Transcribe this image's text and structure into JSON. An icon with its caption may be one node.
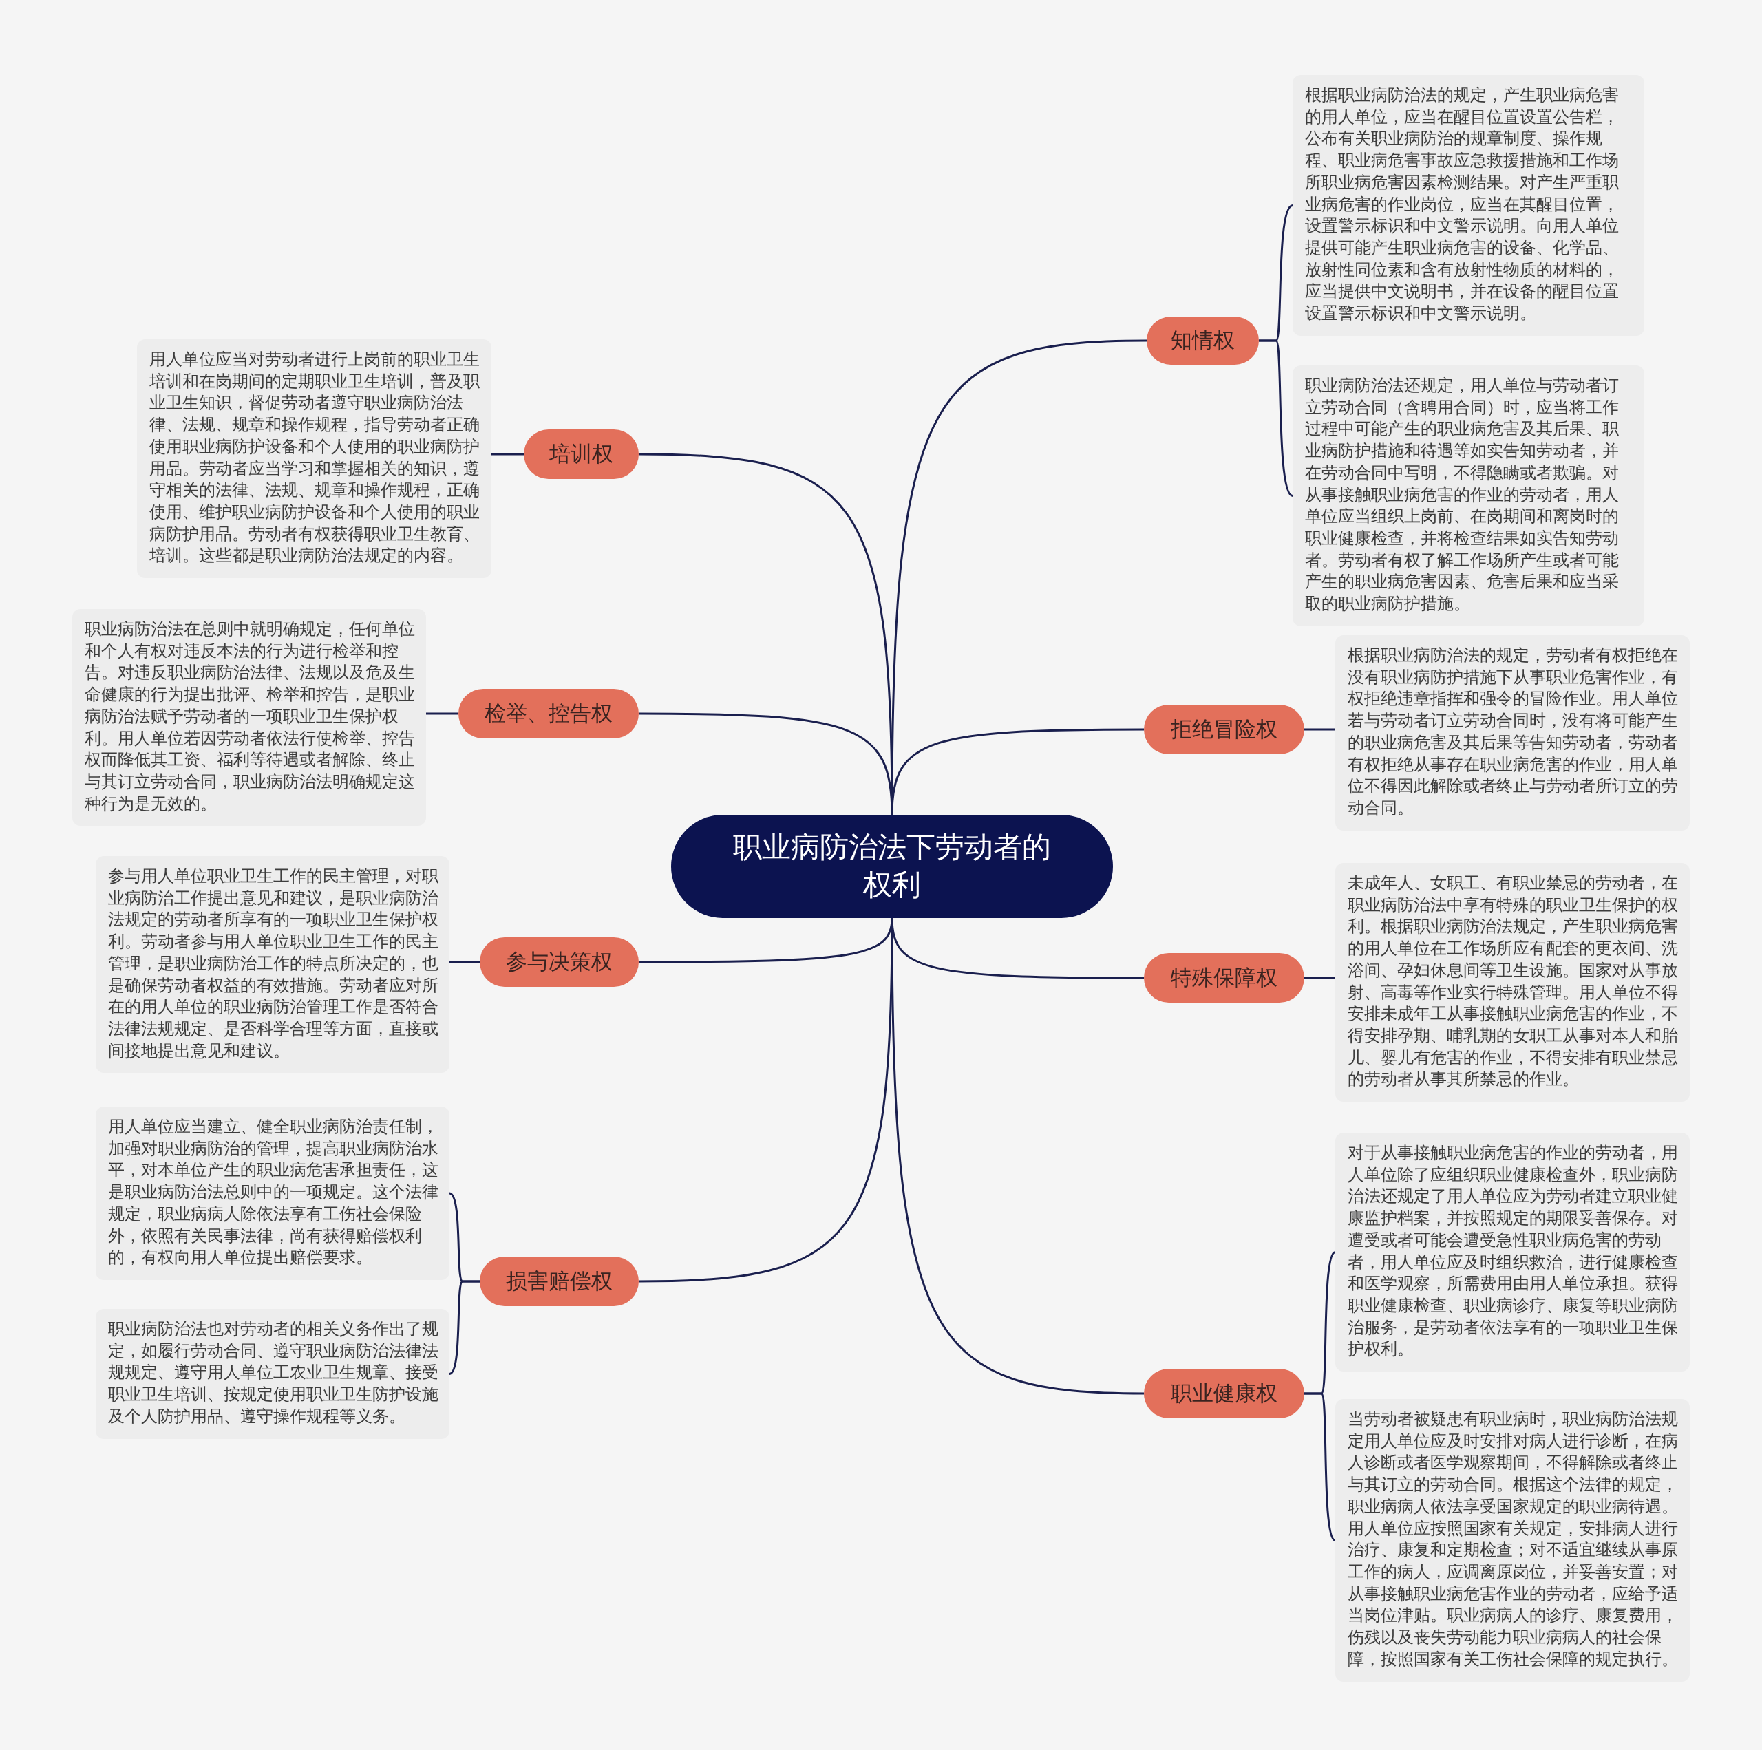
{
  "diagram": {
    "nodes": [
      {
        "text": [
          "职业病防治法下劳动者的权利"
        ]
      },
      {
        "text": [
          "知情权"
        ]
      },
      {
        "text": [
          "根据职业病防治法的规定，产生职业病危害的用人单位，应当在醒目位置设置公告栏，公布有关职业病防治的规章制度、操作规程、职业病危害事故应急救援措施和工作场所职业病危害因素检测结果。对产生严重职业病危害的作业岗位，应当在其醒目位置，设置警示标识和中文警示说明。向用人单位提供可能产生职业病危害的设备、化学品、放射性同位素和含有放射性物质的材料的，应当提供中文说明书，并在设备的醒目位置设置警示标识和中文警示说明。"
        ]
      },
      {
        "text": [
          "职业病防治法还规定，用人单位与劳动者订立劳动合同（含聘用合同）时，应当将工作过程中可能产生的职业病危害及其后果、职业病防护措施和待遇等如实告知劳动者，并在劳动合同中写明，不得隐瞒或者欺骗。对从事接触职业病危害的作业的劳动者，用人单位应当组织上岗前、在岗期间和离岗时的职业健康检查，并将检查结果如实告知劳动者。劳动者有权了解工作场所产生或者可能产生的职业病危害因素、危害后果和应当采取的职业病防护措施。"
        ]
      },
      {
        "text": [
          "拒绝冒险权"
        ]
      },
      {
        "text": [
          "根据职业病防治法的规定，劳动者有权拒绝在没有职业病防护措施下从事职业危害作业，有权拒绝违章指挥和强令的冒险作业。用人单位若与劳动者订立劳动合同时，没有将可能产生的职业病危害及其后果等告知劳动者，劳动者有权拒绝从事存在职业病危害的作业，用人单位不得因此解除或者终止与劳动者所订立的劳动合同。"
        ]
      },
      {
        "text": [
          "特殊保障权"
        ]
      },
      {
        "text": [
          "未成年人、女职工、有职业禁忌的劳动者，在职业病防治法中享有特殊的职业卫生保护的权利。根据职业病防治法规定，产生职业病危害的用人单位在工作场所应有配套的更衣间、洗浴间、孕妇休息间等卫生设施。国家对从事放射、高毒等作业实行特殊管理。用人单位不得安排未成年工从事接触职业病危害的作业，不得安排孕期、哺乳期的女职工从事对本人和胎儿、婴儿有危害的作业，不得安排有职业禁忌的劳动者从事其所禁忌的作业。"
        ]
      },
      {
        "text": [
          "职业健康权"
        ]
      },
      {
        "text": [
          "对于从事接触职业病危害的作业的劳动者，用人单位除了应组织职业健康检查外，职业病防治法还规定了用人单位应为劳动者建立职业健康监护档案，并按照规定的期限妥善保存。对遭受或者可能会遭受急性职业病危害的劳动者，用人单位应及时组织救治，进行健康检查和医学观察，所需费用由用人单位承担。获得职业健康检查、职业病诊疗、康复等职业病防治服务，是劳动者依法享有的一项职业卫生保护权利。"
        ]
      },
      {
        "text": [
          "当劳动者被疑患有职业病时，职业病防治法规定用人单位应及时安排对病人进行诊断，在病人诊断或者医学观察期间，不得解除或者终止与其订立的劳动合同。根据这个法律的规定，职业病病人依法享受国家规定的职业病待遇。用人单位应按照国家有关规定，安排病人进行治疗、康复和定期检查；对不适宜继续从事原工作的病人，应调离原岗位，并妥善安置；对从事接触职业病危害作业的劳动者，应给予适当岗位津贴。职业病病人的诊疗、康复费用，伤残以及丧失劳动能力职业病病人的社会保障，按照国家有关工伤社会保障的规定执行。"
        ]
      },
      {
        "text": [
          "培训权"
        ]
      },
      {
        "text": [
          "用人单位应当对劳动者进行上岗前的职业卫生培训和在岗期间的定期职业卫生培训，普及职业卫生知识，督促劳动者遵守职业病防治法律、法规、规章和操作规程，指导劳动者正确使用职业病防护设备和个人使用的职业病防护用品。劳动者应当学习和掌握相关的知识，遵守相关的法律、法规、规章和操作规程，正确使用、维护职业病防护设备和个人使用的职业病防护用品。劳动者有权获得职业卫生教育、培训。这些都是职业病防治法规定的内容。"
        ]
      },
      {
        "text": [
          "检举、控告权"
        ]
      },
      {
        "text": [
          "职业病防治法在总则中就明确规定，任何单位和个人有权对违反本法的行为进行检举和控告。对违反职业病防治法律、法规以及危及生命健康的行为提出批评、检举和控告，是职业病防治法赋予劳动者的一项职业卫生保护权利。用人单位若因劳动者依法行使检举、控告权而降低其工资、福利等待遇或者解除、终止与其订立劳动合同，职业病防治法明确规定这种行为是无效的。"
        ]
      },
      {
        "text": [
          "参与决策权"
        ]
      },
      {
        "text": [
          "参与用人单位职业卫生工作的民主管理，对职业病防治工作提出意见和建议，是职业病防治法规定的劳动者所享有的一项职业卫生保护权利。劳动者参与用人单位职业卫生工作的民主管理，是职业病防治工作的特点所决定的，也是确保劳动者权益的有效措施。劳动者应对所在的用人单位的职业病防治管理工作是否符合法律法规规定、是否科学合理等方面，直接或间接地提出意见和建议。"
        ]
      },
      {
        "text": [
          "损害赔偿权"
        ]
      },
      {
        "text": [
          "用人单位应当建立、健全职业病防治责任制，加强对职业病防治的管理，提高职业病防治水平，对本单位产生的职业病危害承担责任，这是职业病防治法总则中的一项规定。这个法律规定，职业病病人除依法享有工伤社会保险外，依照有关民事法律，尚有获得赔偿权利的，有权向用人单位提出赔偿要求。"
        ]
      },
      {
        "text": [
          "职业病防治法也对劳动者的相关义务作出了规定，如履行劳动合同、遵守职业病防治法律法规规定、遵守用人单位工农业卫生规章、接受职业卫生培训、按规定使用职业卫生防护设施及个人防护用品、遵守操作规程等义务。"
        ]
      }
    ],
    "edges": [
      {
        "from": 0,
        "to": 1,
        "arrow": "none"
      },
      {
        "from": 1,
        "to": 2,
        "arrow": "none"
      },
      {
        "from": 1,
        "to": 3,
        "arrow": "none"
      },
      {
        "from": 0,
        "to": 4,
        "arrow": "none"
      },
      {
        "from": 4,
        "to": 5,
        "arrow": "none"
      },
      {
        "from": 0,
        "to": 6,
        "arrow": "none"
      },
      {
        "from": 6,
        "to": 7,
        "arrow": "none"
      },
      {
        "from": 0,
        "to": 8,
        "arrow": "none"
      },
      {
        "from": 8,
        "to": 9,
        "arrow": "none"
      },
      {
        "from": 8,
        "to": 10,
        "arrow": "none"
      },
      {
        "from": 0,
        "to": 11,
        "arrow": "none"
      },
      {
        "from": 11,
        "to": 12,
        "arrow": "none"
      },
      {
        "from": 0,
        "to": 13,
        "arrow": "none"
      },
      {
        "from": 13,
        "to": 14,
        "arrow": "none"
      },
      {
        "from": 0,
        "to": 15,
        "arrow": "none"
      },
      {
        "from": 15,
        "to": 16,
        "arrow": "none"
      },
      {
        "from": 0,
        "to": 17,
        "arrow": "none"
      },
      {
        "from": 17,
        "to": 18,
        "arrow": "none"
      },
      {
        "from": 17,
        "to": 19,
        "arrow": "none"
      }
    ]
  }
}
